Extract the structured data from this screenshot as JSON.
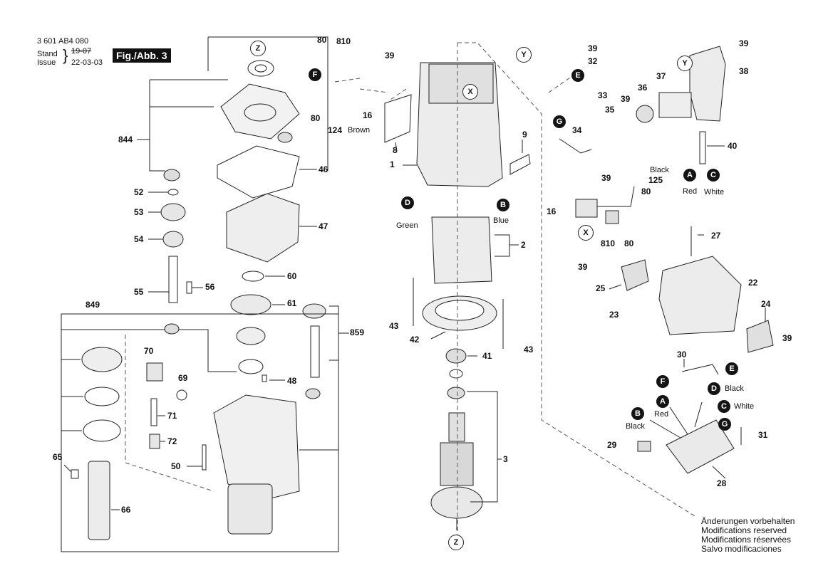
{
  "header": {
    "doc_number": "3 601 AB4 080",
    "stand_label": "Stand",
    "stand_value": "19-07",
    "issue_label": "Issue",
    "issue_value": "22-03-03",
    "figure": "Fig./Abb. 3"
  },
  "part_numbers": {
    "p844": "844",
    "p52": "52",
    "p53": "53",
    "p54": "54",
    "p55": "55",
    "p56": "56",
    "p46": "46",
    "p47": "47",
    "p60": "60",
    "p61": "61",
    "p859": "859",
    "p48": "48",
    "p849": "849",
    "p70": "70",
    "p69": "69",
    "p71": "71",
    "p72": "72",
    "p50": "50",
    "p65": "65",
    "p66": "66",
    "p80a": "80",
    "p810a": "810",
    "p39a": "39",
    "p16a": "16",
    "p80b": "80",
    "p124": "124",
    "p8": "8",
    "p1": "1",
    "p9": "9",
    "p2": "2",
    "p43a": "43",
    "p42": "42",
    "p43b": "43",
    "p41": "41",
    "p3": "3",
    "p39b": "39",
    "p32": "32",
    "p33": "33",
    "p39c": "39",
    "p36": "36",
    "p37": "37",
    "p35": "35",
    "p34": "34",
    "p39d": "39",
    "p38": "38",
    "p40": "40",
    "p39e": "39",
    "p125": "125",
    "p80c": "80",
    "p16b": "16",
    "p810b": "810",
    "p80d": "80",
    "p27": "27",
    "p39f": "39",
    "p25": "25",
    "p22": "22",
    "p23": "23",
    "p24": "24",
    "p39g": "39",
    "p30": "30",
    "p29": "29",
    "p31": "31",
    "p28": "28"
  },
  "wire_labels": {
    "brown": "Brown",
    "green": "Green",
    "blue": "Blue",
    "red_a": "Red",
    "white_a": "White",
    "black_125": "Black",
    "black_d": "Black",
    "red_b": "Red",
    "white_c": "White",
    "black_b": "Black"
  },
  "connectors": {
    "F1": "F",
    "D1": "D",
    "B1": "B",
    "E1": "E",
    "G1": "G",
    "A1": "A",
    "C1": "C",
    "F2": "F",
    "E2": "E",
    "D2": "D",
    "A2": "A",
    "C2": "C",
    "B2": "B",
    "G2": "G"
  },
  "refs": {
    "Z1": "Z",
    "Z2": "Z",
    "X1": "X",
    "X2": "X",
    "Y1": "Y",
    "Y2": "Y"
  },
  "notes": [
    "Änderungen vorbehalten",
    "Modifications reserved",
    "Modifications réservées",
    "Salvo modificaciones"
  ]
}
